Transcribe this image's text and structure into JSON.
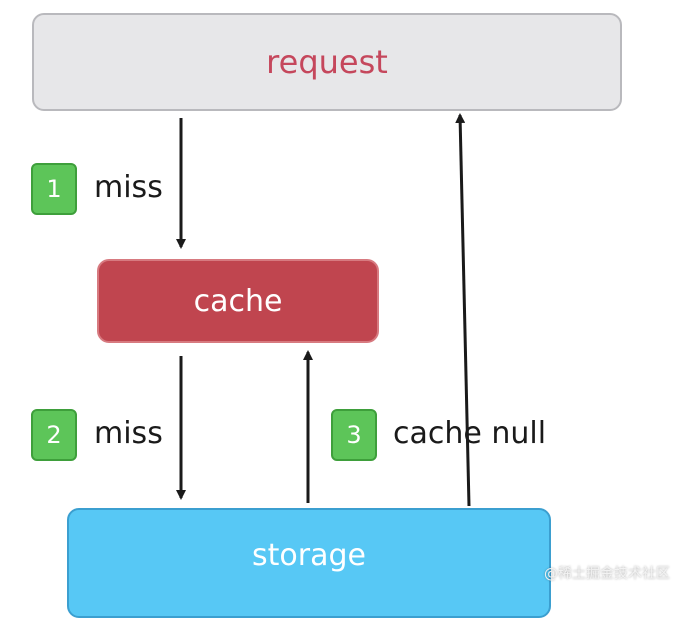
{
  "boxes": {
    "request": "request",
    "cache": "cache",
    "storage": "storage"
  },
  "steps": [
    {
      "number": "1",
      "label": "miss"
    },
    {
      "number": "2",
      "label": "miss"
    },
    {
      "number": "3",
      "label": "cache null"
    }
  ],
  "watermark": "@稀土掘金技术社区",
  "colors": {
    "request_fill": "#e7e7e9",
    "request_text": "#c5475c",
    "cache_fill": "#c0454f",
    "storage_fill": "#57c8f5",
    "badge_fill": "#5dc559"
  }
}
